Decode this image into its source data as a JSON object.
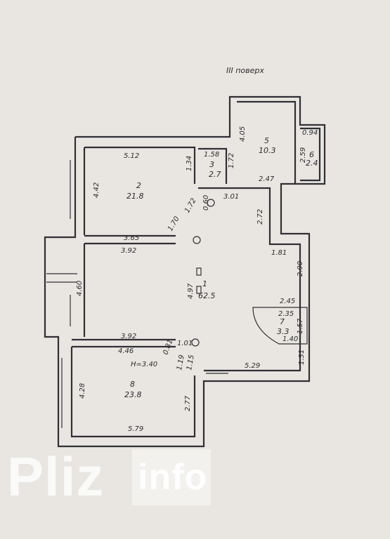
{
  "floor_label": "III поверх",
  "height_note": "H=3.40",
  "rooms": [
    {
      "number": "1",
      "area": "62.5"
    },
    {
      "number": "2",
      "area": "21.8"
    },
    {
      "number": "3",
      "area": "2.7"
    },
    {
      "number": "5",
      "area": "10.3"
    },
    {
      "number": "6",
      "area": "2.4"
    },
    {
      "number": "7",
      "area": "3.3"
    },
    {
      "number": "8",
      "area": "23.8"
    }
  ],
  "dimensions": [
    "5.12",
    "4.42",
    "3.65",
    "3.92",
    "1.34",
    "1.58",
    "1.72",
    "4.05",
    "2.47",
    "0.94",
    "2.59",
    "3.01",
    "0.60",
    "1.72",
    "1.70",
    "2.72",
    "1.81",
    "2.90",
    "4.97",
    "4.60",
    "2.45",
    "2.35",
    "1.57",
    "1.40",
    "1.31",
    "3.92",
    "4.46",
    "1.01",
    "0.81",
    "1.15",
    "1.19",
    "5.29",
    "4.28",
    "2.77",
    "5.79"
  ],
  "watermark": {
    "part1": "Pliz",
    "part2": "info"
  }
}
